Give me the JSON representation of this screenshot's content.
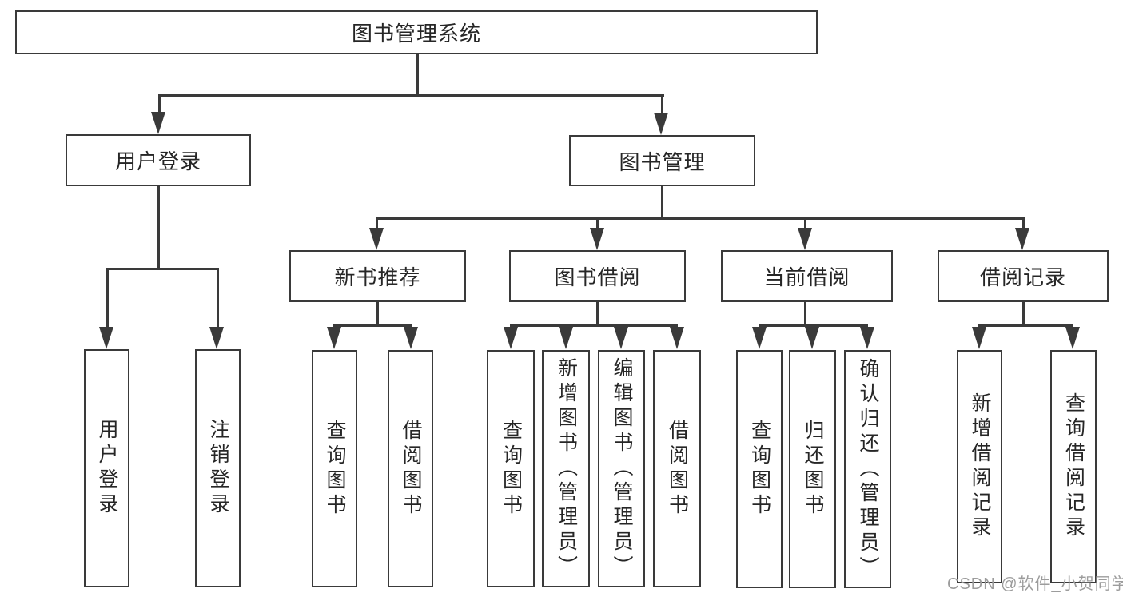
{
  "diagram": {
    "root": {
      "label": "图书管理系统"
    },
    "level2": {
      "user_login": {
        "label": "用户登录"
      },
      "book_mgmt": {
        "label": "图书管理"
      }
    },
    "level3": {
      "new_books": {
        "label": "新书推荐"
      },
      "book_borrow": {
        "label": "图书借阅"
      },
      "current_borrow": {
        "label": "当前借阅"
      },
      "borrow_records": {
        "label": "借阅记录"
      }
    },
    "leaves": {
      "user_login_leaf": "用户登录",
      "logout": "注销登录",
      "nb_query_book": "查询图书",
      "nb_borrow_book": "借阅图书",
      "bb_query_book": "查询图书",
      "bb_add_book": "新增图书（管理员）",
      "bb_edit_book": "编辑图书（管理员）",
      "bb_borrow_book": "借阅图书",
      "cb_query_book": "查询图书",
      "cb_return_book": "归还图书",
      "cb_confirm_return": "确认归还（管理员）",
      "br_add_record": "新增借阅记录",
      "br_query_record": "查询借阅记录"
    },
    "watermark": "CSDN @软件_小贺同学",
    "colors": {
      "line": "#3a3a3a",
      "text": "#262626",
      "watermark": "#9c9c9c",
      "background": "#ffffff"
    }
  }
}
